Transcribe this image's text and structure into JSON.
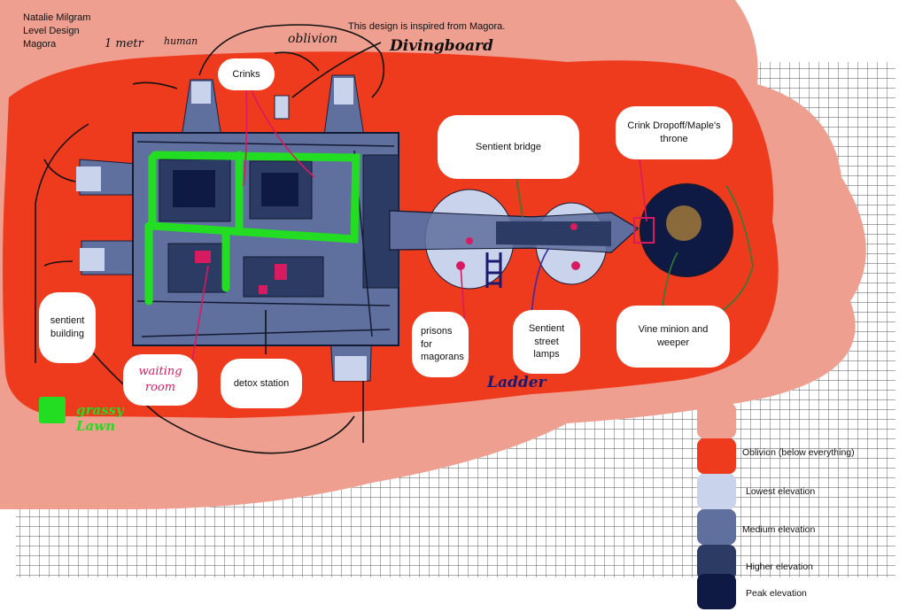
{
  "credits": {
    "author": "Natalie Milgram",
    "course": "Level Design",
    "world": "Magora"
  },
  "inspiration_note": "This design is inspired from Magora.",
  "scale_notes": {
    "meter": "1 metr",
    "human": "human"
  },
  "handwritten": {
    "oblivion": "oblivion",
    "diving_board": "Divingboard",
    "waiting_room": "waiting room",
    "ladder": "Ladder",
    "grassy_lawn": "grassy Lawn"
  },
  "callouts": {
    "crinks": "Crinks",
    "sentient_bridge": "Sentient bridge",
    "crink_dropoff": "Crink Dropoff/Maple's throne",
    "sentient_building": "sentient building",
    "detox_station": "detox station",
    "prisons": "prisons for magorans",
    "street_lamps": "Sentient street lamps",
    "vine_minion": "Vine minion and weeper"
  },
  "legend": [
    {
      "label": "",
      "color": "#ef9f90"
    },
    {
      "label": "Oblivion (below everything)",
      "color": "#ee3b1e"
    },
    {
      "label": "Lowest elevation",
      "color": "#c9d3ec"
    },
    {
      "label": "Medium elevation",
      "color": "#5f6f9e"
    },
    {
      "label": "Higher elevation",
      "color": "#2c3b63"
    },
    {
      "label": "Peak elevation",
      "color": "#0f1a44"
    }
  ],
  "colors": {
    "oblivion_outer": "#ef9f90",
    "oblivion": "#ee3b1e",
    "lowest": "#c9d3ec",
    "medium": "#5f6f9e",
    "higher": "#2c3b63",
    "peak": "#0f1a44",
    "grass": "#22dd22",
    "marker_pink": "#d81b60",
    "marker_navy": "#1c1a6e"
  }
}
